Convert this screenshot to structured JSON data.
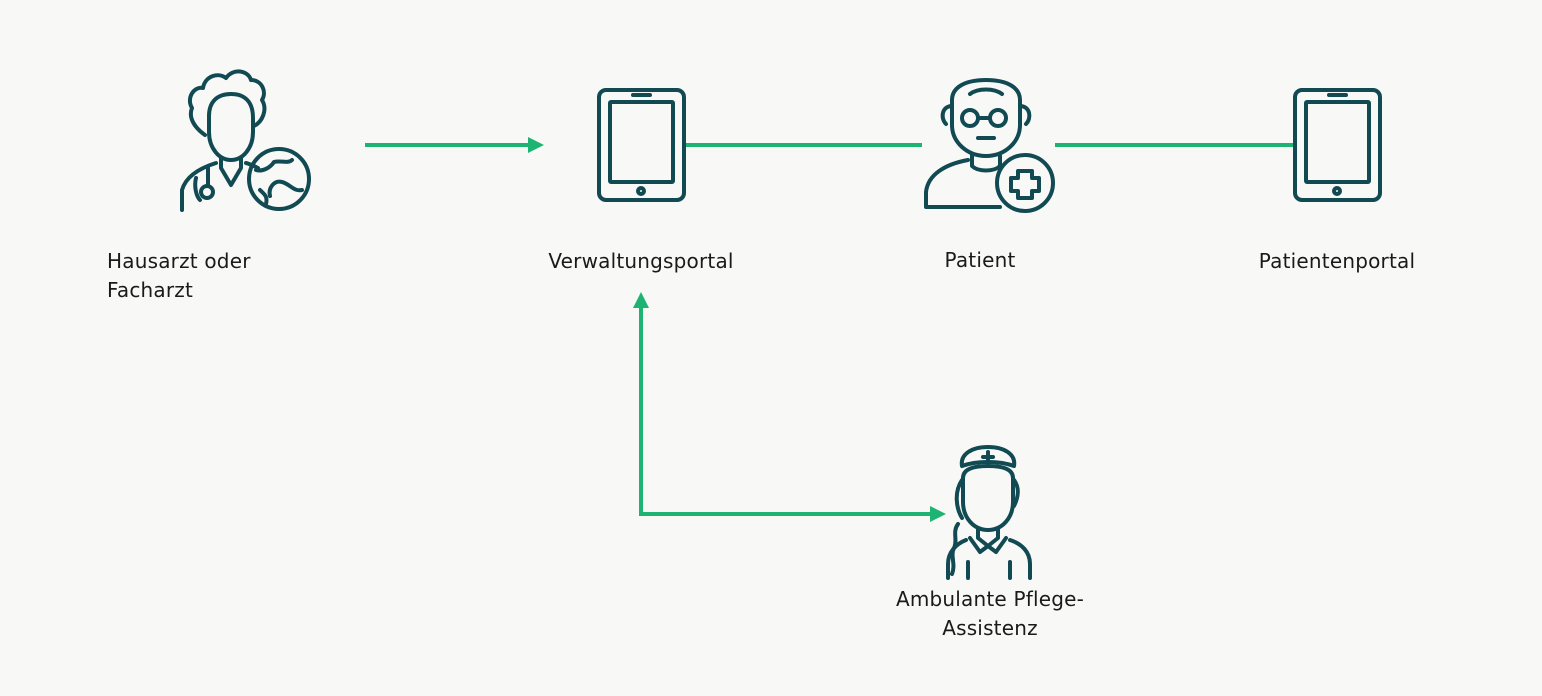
{
  "nodes": {
    "doctor": {
      "label": "Hausarzt oder\nFacharzt",
      "icon": "doctor-globe-icon"
    },
    "admin_portal": {
      "label": "Verwaltungsportal",
      "icon": "tablet-icon"
    },
    "patient": {
      "label": "Patient",
      "icon": "patient-plus-icon"
    },
    "patient_portal": {
      "label": "Patientenportal",
      "icon": "tablet-icon"
    },
    "nurse": {
      "label": "Ambulante Pflege-\nAssistenz",
      "icon": "nurse-icon"
    }
  },
  "colors": {
    "background": "#f8f8f7",
    "icon": "#114a52",
    "connector": "#1db473",
    "text": "#1a1a1a"
  }
}
